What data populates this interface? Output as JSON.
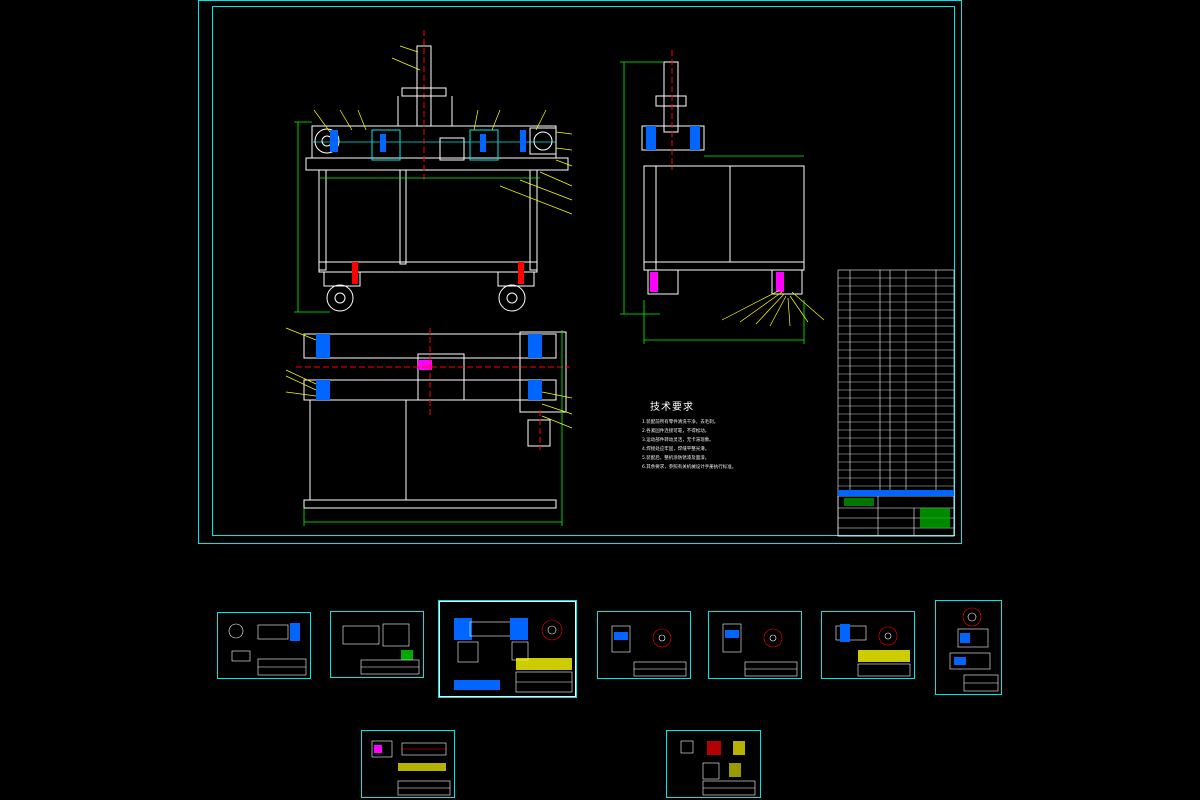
{
  "drawing": {
    "technical_requirements": {
      "title": "技术要求",
      "items": [
        "1.装配前所有零件清洗干净，去毛刺。",
        "2.各紧固件连接可靠，不得松动。",
        "3.运动部件转动灵活，无卡滞现象。",
        "4.焊接处应牢固，焊缝平整光滑。",
        "5.装配后，整机涂防锈漆及面漆。",
        "6.其余要求，参照有关机械设计手册执行标准。"
      ]
    }
  },
  "colors": {
    "background": "#000000",
    "frame": "#00e6e6",
    "outline": "#ffffff",
    "dimension": "#00ff00",
    "leader": "#ffff00",
    "center": "#ff0000",
    "part_fill": "#0066ff",
    "hatch": "#ff00ff"
  },
  "thumbnails": [
    {
      "name": "thumbnail-1",
      "selected": false
    },
    {
      "name": "thumbnail-2",
      "selected": false
    },
    {
      "name": "thumbnail-3",
      "selected": true
    },
    {
      "name": "thumbnail-4",
      "selected": false
    },
    {
      "name": "thumbnail-5",
      "selected": false
    },
    {
      "name": "thumbnail-6",
      "selected": false
    },
    {
      "name": "thumbnail-7",
      "selected": false
    },
    {
      "name": "thumbnail-8",
      "selected": false
    },
    {
      "name": "thumbnail-9",
      "selected": false
    }
  ]
}
